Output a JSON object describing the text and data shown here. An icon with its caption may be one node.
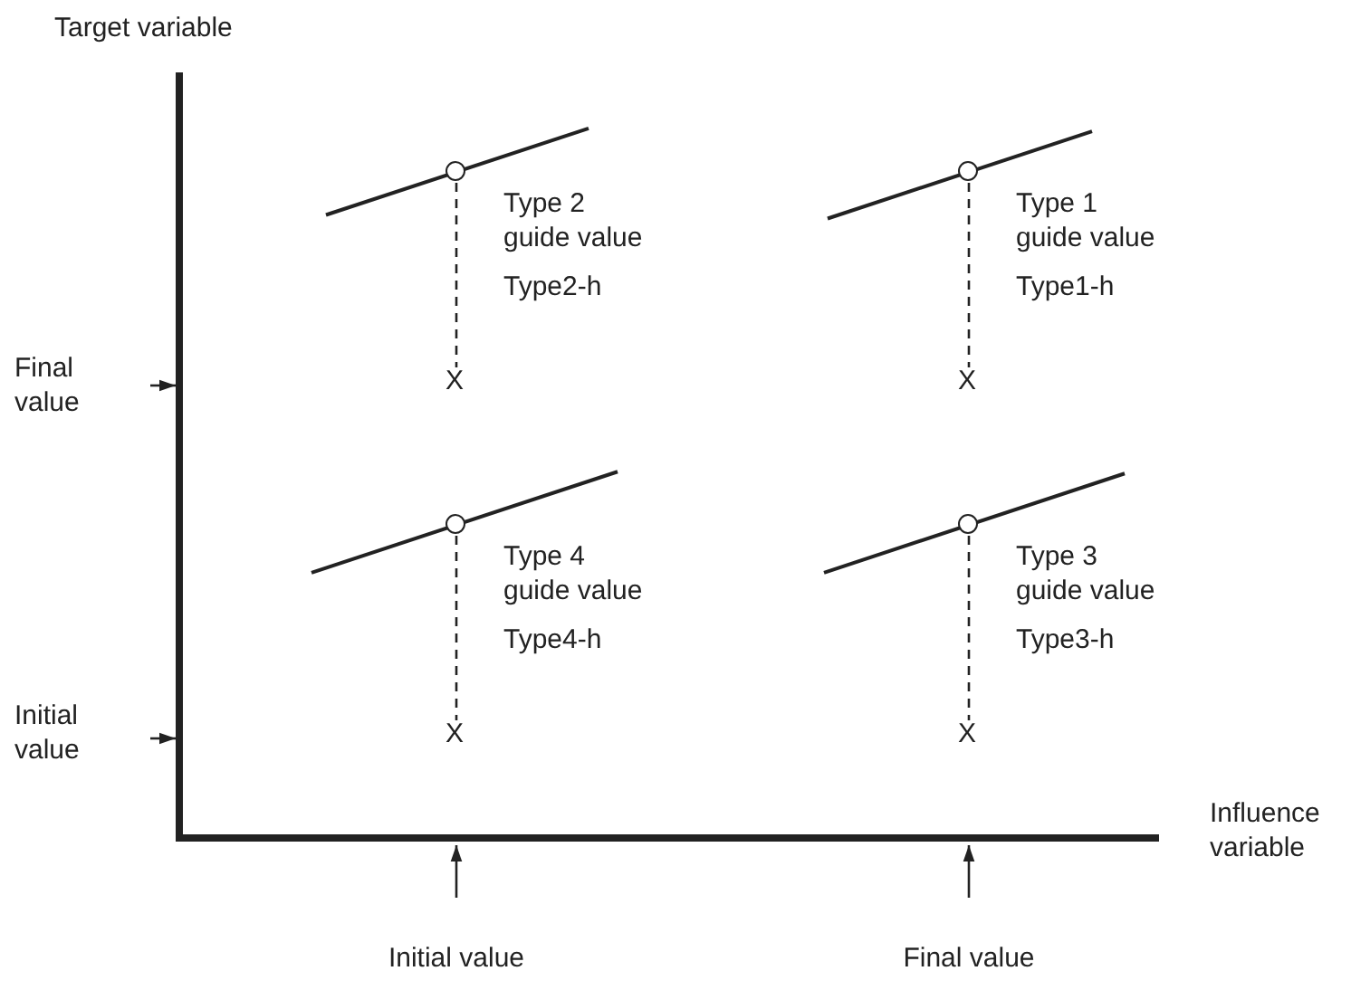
{
  "diagram": {
    "nodes": [
      {
        "text": [],
        "shape": "circle",
        "beside": [
          "Type 2 guide value",
          "Type2-h"
        ]
      },
      {
        "text": [
          "X"
        ]
      },
      {
        "text": [],
        "shape": "circle",
        "beside": [
          "Type 1 guide value",
          "Type1-h"
        ]
      },
      {
        "text": [
          "X"
        ]
      },
      {
        "text": [],
        "shape": "circle",
        "beside": [
          "Type 4 guide value",
          "Type4-h"
        ]
      },
      {
        "text": [
          "X"
        ]
      },
      {
        "text": [],
        "shape": "circle",
        "beside": [
          "Type 3 guide value",
          "Type3-h"
        ]
      },
      {
        "text": [
          "X"
        ]
      }
    ],
    "edges": [
      {
        "from": 0,
        "to": 1,
        "arrow": "none",
        "style": "dashed"
      },
      {
        "from": 2,
        "to": 3,
        "arrow": "none",
        "style": "dashed"
      },
      {
        "from": 4,
        "to": 5,
        "arrow": "none",
        "style": "dashed"
      },
      {
        "from": 6,
        "to": 7,
        "arrow": "none",
        "style": "dashed"
      }
    ],
    "labels": [
      "Target variable",
      "Final value",
      "Initial value",
      "Influence variable",
      "Initial value",
      "Final value"
    ]
  }
}
